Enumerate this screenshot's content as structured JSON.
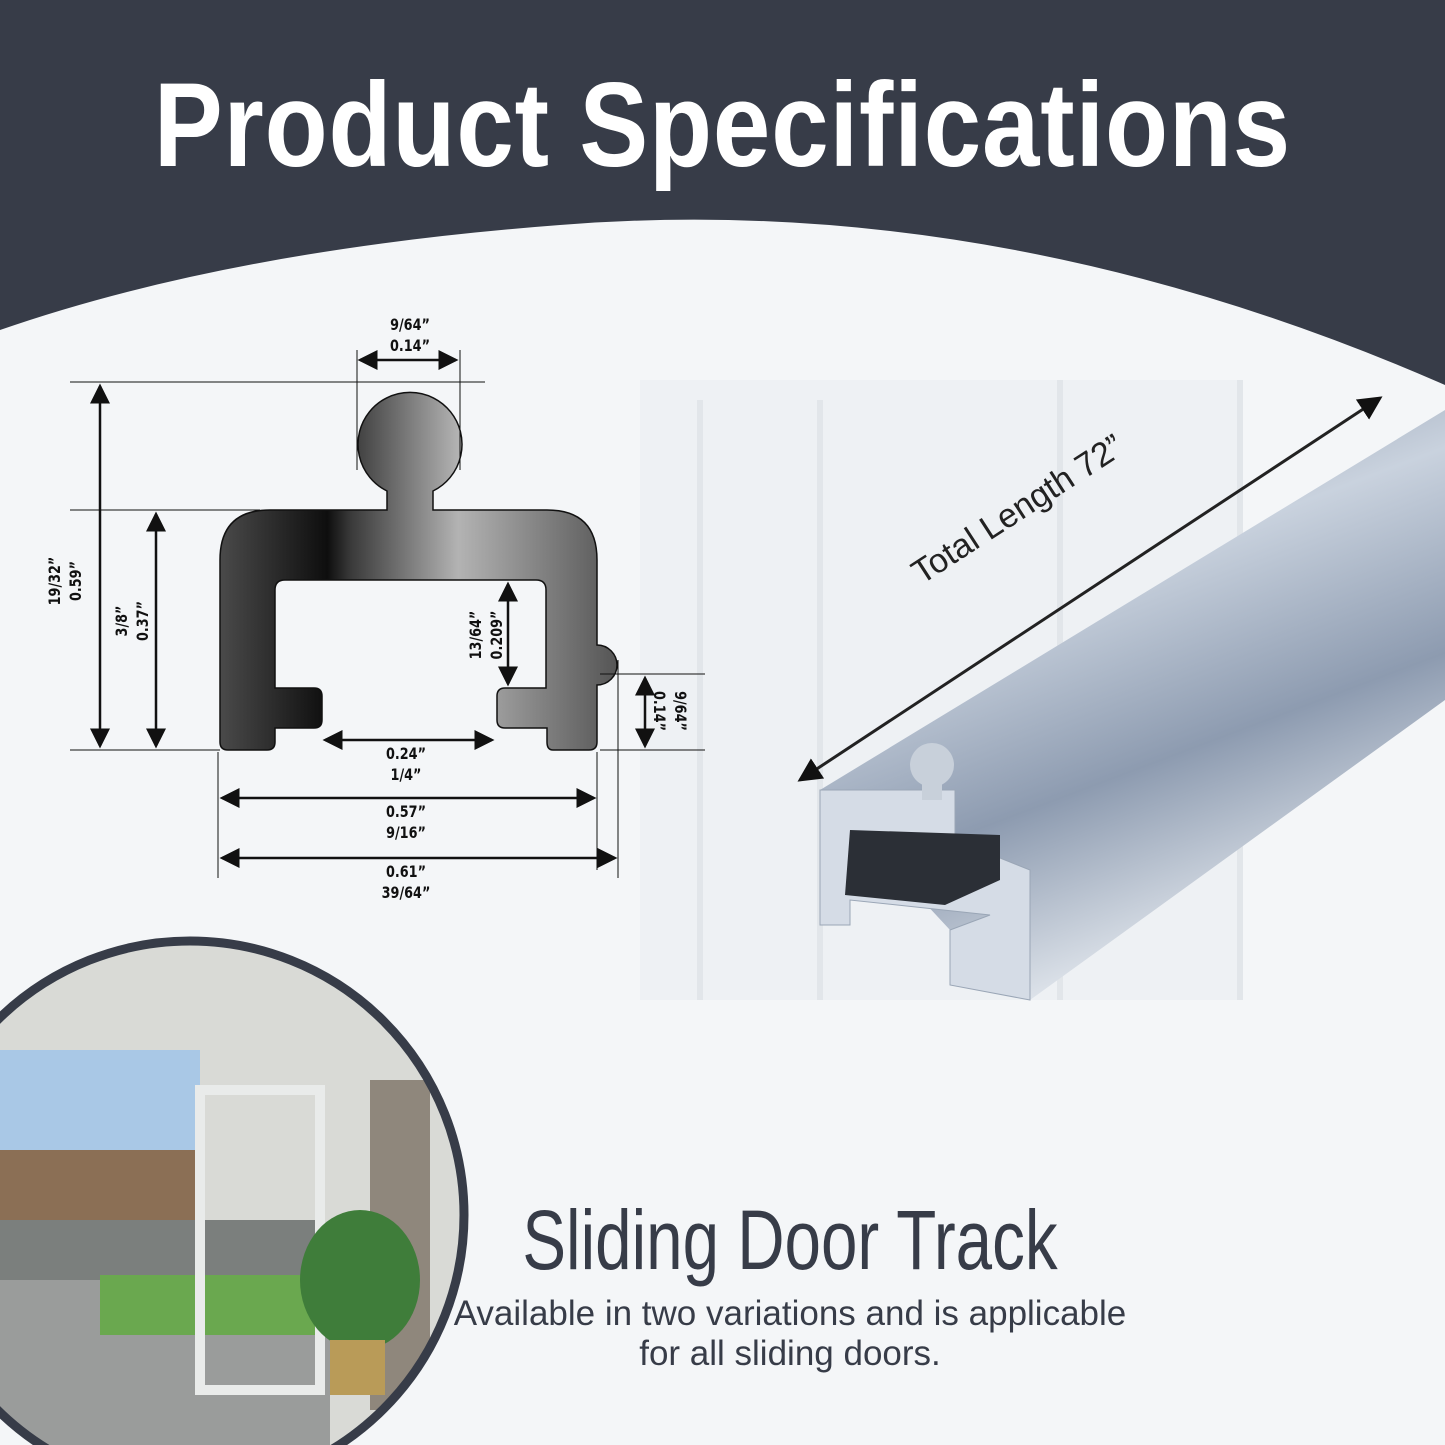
{
  "header": {
    "title": "Product Specifications"
  },
  "colors": {
    "header_bg": "#373c48",
    "profile": "#5a5a5a",
    "rail": "#9aa8bd"
  },
  "diagram": {
    "top_width": {
      "fraction": "9/64”",
      "decimal": "0.14”"
    },
    "total_height": {
      "fraction": "19/32”",
      "decimal": "0.59”"
    },
    "body_height": {
      "fraction": "3/8”",
      "decimal": "0.37”"
    },
    "inner_height": {
      "fraction": "13/64”",
      "decimal": "0.209”"
    },
    "side_bump": {
      "fraction": "9/64”",
      "decimal": "0.14”"
    },
    "opening": {
      "decimal": "0.24”",
      "fraction": "1/4”"
    },
    "body_width": {
      "decimal": "0.57”",
      "fraction": "9/16”"
    },
    "overall_width": {
      "decimal": "0.61”",
      "fraction": "39/64”"
    }
  },
  "rail": {
    "length_label": "Total Length 72”"
  },
  "product": {
    "name": "Sliding Door Track",
    "description": "Available in two variations and is applicable for all sliding doors."
  }
}
